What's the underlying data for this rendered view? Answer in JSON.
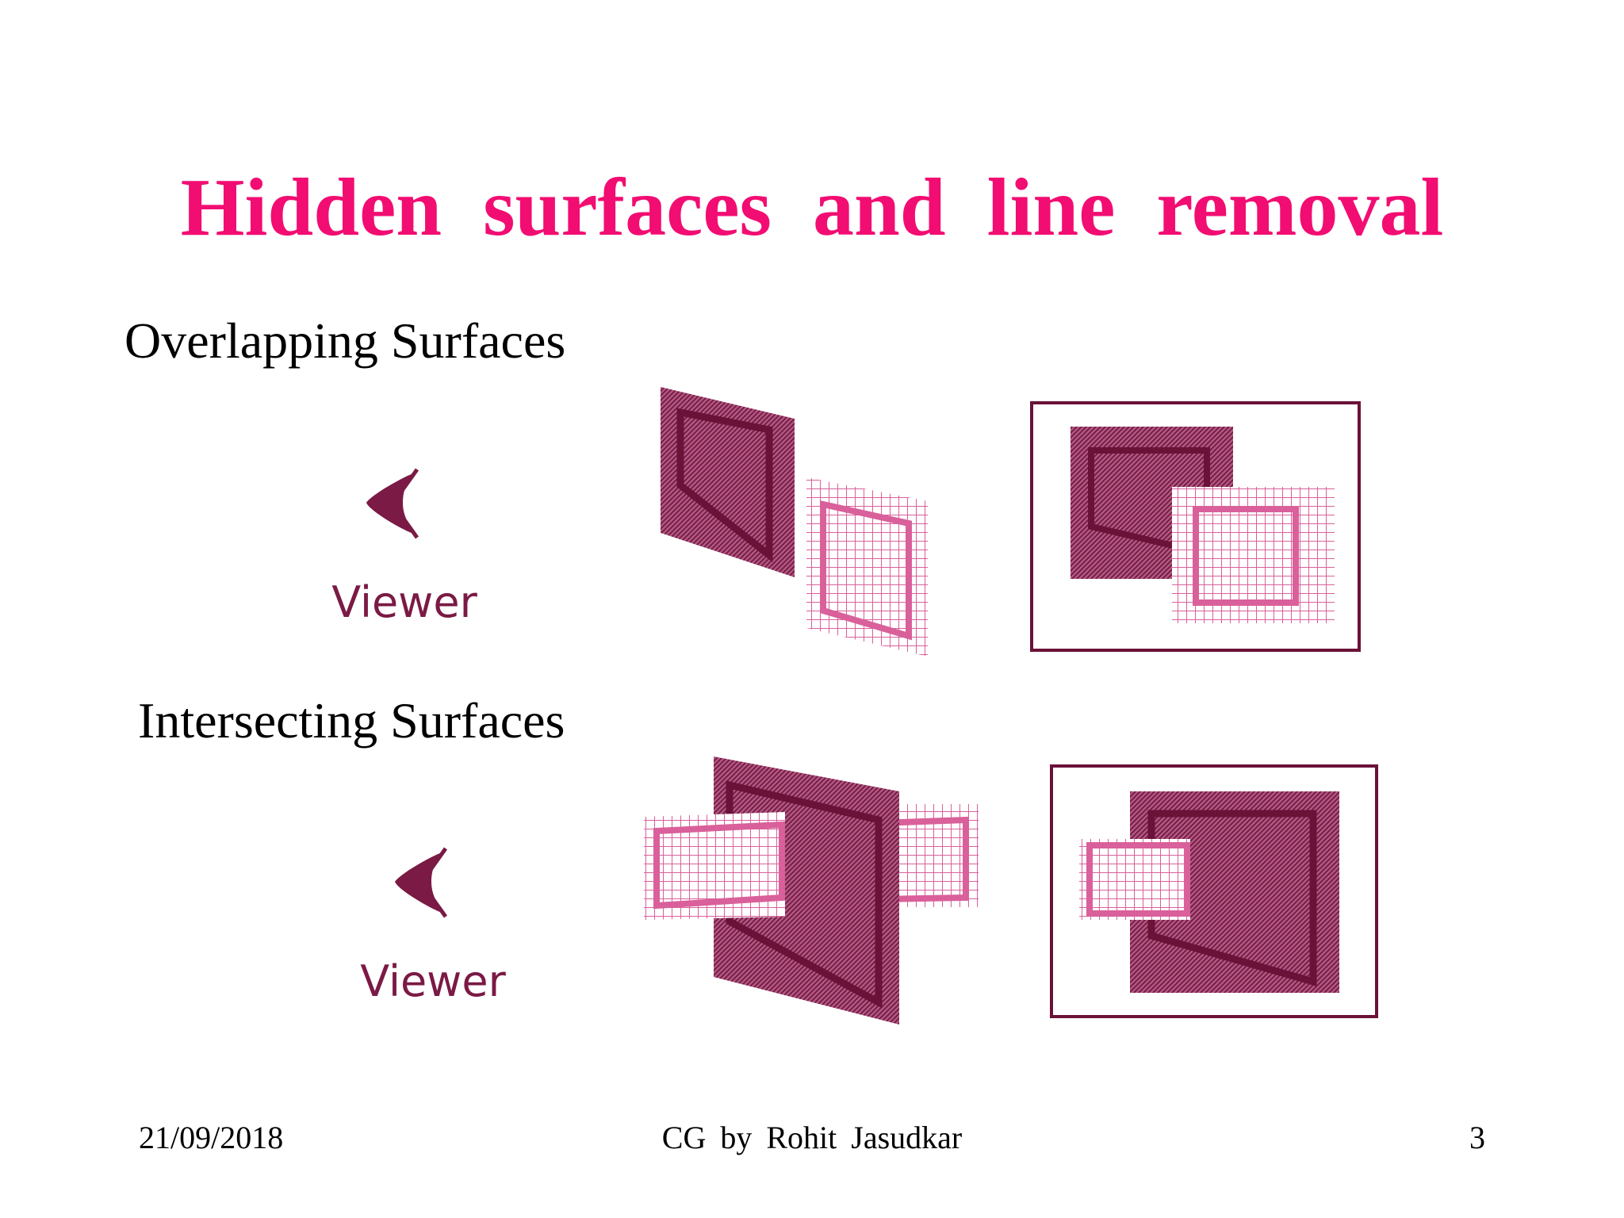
{
  "slide": {
    "title": "Hidden  surfaces  and  line  removal",
    "title_color": "#f20d72",
    "sections": [
      {
        "label": "Overlapping Surfaces",
        "viewer_label": "Viewer"
      },
      {
        "label": "Intersecting Surfaces",
        "viewer_label": "Viewer"
      }
    ]
  },
  "footer": {
    "date": "21/09/2018",
    "credit": "CG  by  Rohit Jasudkar",
    "page": "3"
  },
  "colors": {
    "dark_surface": "#7a1a45",
    "light_surface": "#d95a8a",
    "frame": "#6a1238",
    "viewer": "#7a1a45"
  },
  "icons": [
    "eye-icon"
  ]
}
